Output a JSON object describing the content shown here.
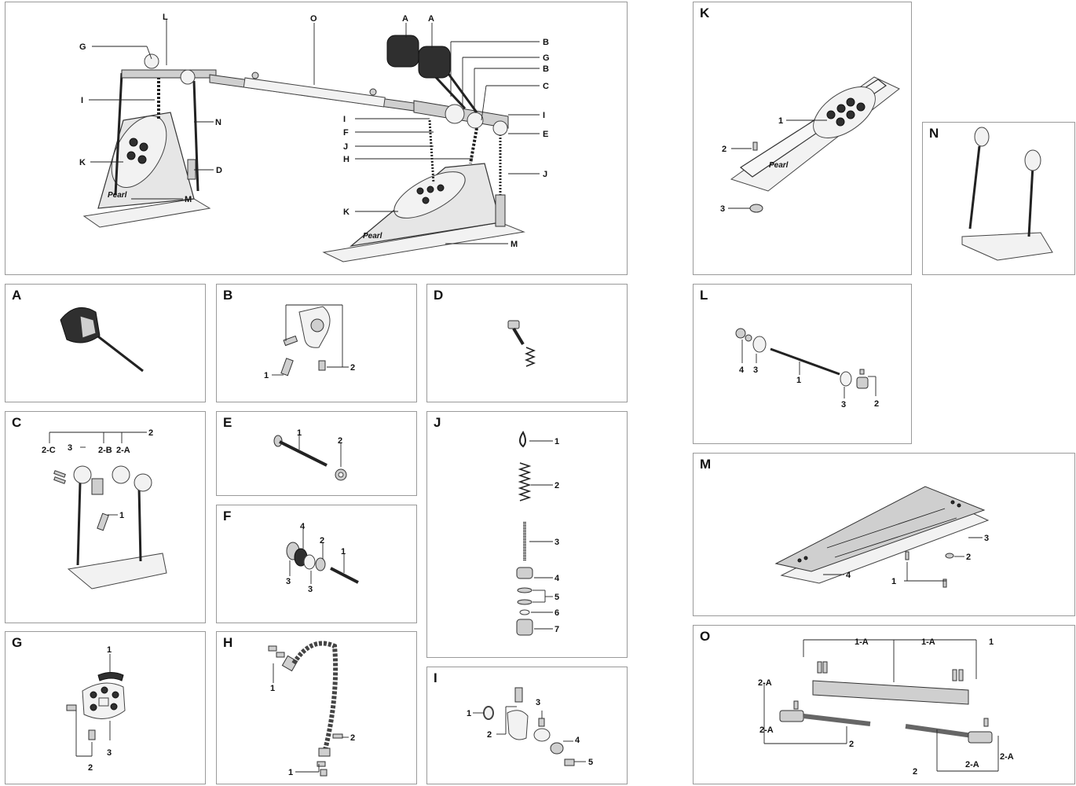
{
  "overview": {
    "labels": {
      "A1": "A",
      "A2": "A",
      "B1": "B",
      "G1": "G",
      "B2": "B",
      "C": "C",
      "I1": "I",
      "E": "E",
      "J1": "J",
      "K1": "K",
      "M1": "M",
      "G2": "G",
      "L": "L",
      "O": "O",
      "I2": "I",
      "N": "N",
      "K2": "K",
      "D": "D",
      "M2": "M",
      "I3": "I",
      "F": "F",
      "J2": "J",
      "H": "H"
    }
  },
  "panels": {
    "A": {
      "title": "A"
    },
    "B": {
      "title": "B",
      "callouts": [
        "1",
        "2"
      ]
    },
    "D": {
      "title": "D"
    },
    "C": {
      "title": "C",
      "callouts": [
        "2",
        "3",
        "2-C",
        "2-B",
        "2-A",
        "1"
      ]
    },
    "E": {
      "title": "E",
      "callouts": [
        "1",
        "2"
      ]
    },
    "F": {
      "title": "F",
      "callouts": [
        "4",
        "2",
        "1",
        "3",
        "3"
      ]
    },
    "G": {
      "title": "G",
      "callouts": [
        "1",
        "2",
        "3"
      ]
    },
    "H": {
      "title": "H",
      "callouts": [
        "1",
        "2",
        "1"
      ]
    },
    "J": {
      "title": "J",
      "callouts": [
        "1",
        "2",
        "3",
        "4",
        "5",
        "6",
        "7"
      ]
    },
    "I": {
      "title": "I",
      "callouts": [
        "1",
        "2",
        "3",
        "4",
        "5"
      ]
    },
    "K": {
      "title": "K",
      "callouts": [
        "1",
        "2",
        "3"
      ]
    },
    "N": {
      "title": "N"
    },
    "L": {
      "title": "L",
      "callouts": [
        "4",
        "3",
        "1",
        "3",
        "2"
      ]
    },
    "M": {
      "title": "M",
      "callouts": [
        "3",
        "2",
        "4",
        "1"
      ]
    },
    "O": {
      "title": "O",
      "callouts": [
        "1-A",
        "1-A",
        "1",
        "2-A",
        "2-A",
        "2",
        "2",
        "2-A",
        "2-A"
      ]
    }
  },
  "brand": {
    "pedal_logo": "Pearl"
  }
}
